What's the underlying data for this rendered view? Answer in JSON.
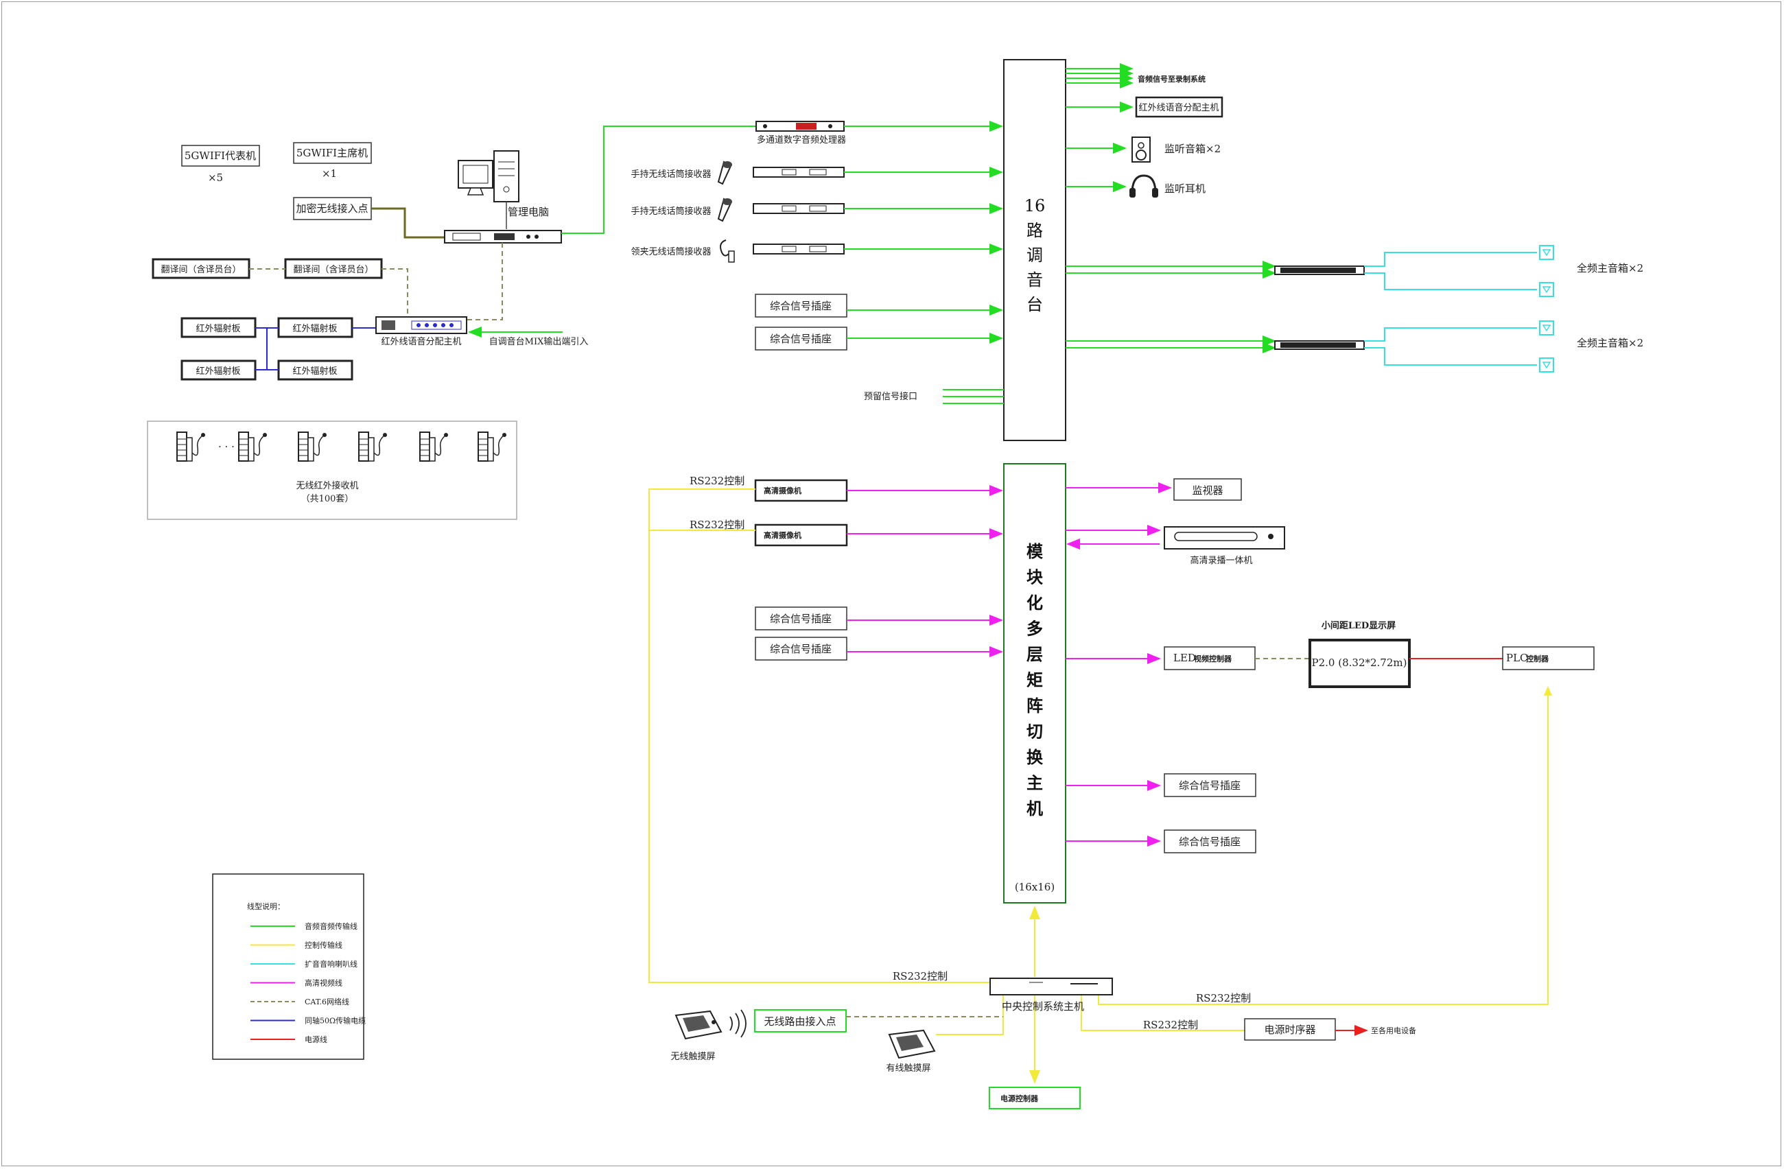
{
  "colors": {
    "audio": "#22dd22",
    "control": "#f2ea3a",
    "speaker": "#35e0e0",
    "hd": "#f020f0",
    "cat": "#8a8a5a",
    "ir": "#2a2ad0",
    "power": "#e82020",
    "olive": "#6a6a22"
  },
  "wifi": {
    "rep_label": "5GWIFI代表机",
    "rep_qty": "×5",
    "host_label": "5GWIFI主席机",
    "host_qty": "×1",
    "ap_label": "加密无线接入点",
    "pc_label": "管理电脑"
  },
  "translation": {
    "booth1": "翻译间（含译员台）",
    "booth2": "翻译间（含译员台）"
  },
  "infrared": {
    "panel": "红外辐射板",
    "host": "红外线语音分配主机",
    "mix_input": "自调音台MIX输出端引入",
    "receivers_label": "无线红外接收机",
    "receivers_count": "（共100套）",
    "ellipsis": "· · ·"
  },
  "audio": {
    "mixer_label": "16路调音台",
    "mixer_chars": [
      "16",
      "路",
      "调",
      "音",
      "台"
    ],
    "dsp_label": "多通道数字音频处理器",
    "handheld1": "手持无线话筒接收器",
    "handheld2": "手持无线话筒接收器",
    "lapel": "领夹无线话筒接收器",
    "socket1": "综合信号插座",
    "socket2": "综合信号插座",
    "reserve": "预留信号接口",
    "recording": "音频信号至录制系统",
    "ir_host_out": "红外线语音分配主机",
    "monitor_speakers": "监听音箱×2",
    "headphones": "监听耳机",
    "full_range1": "全频主音箱×2",
    "full_range2": "全频主音箱×2"
  },
  "matrix": {
    "label": "模块化多层矩阵切换主机",
    "chars": [
      "模",
      "块",
      "化",
      "多",
      "层",
      "矩",
      "阵",
      "切",
      "换",
      "主",
      "机"
    ],
    "size": "(16x16)",
    "camera1": "高清摄像机",
    "camera2": "高清摄像机",
    "rs232_1": "RS232控制",
    "rs232_2": "RS232控制",
    "socket3": "综合信号插座",
    "socket4": "综合信号插座",
    "monitor": "监视器",
    "recorder": "高清录播一体机",
    "led_ctrl": "LED",
    "led_ctrl_small": "视频控制器",
    "led_title": "小间距LED显示屏",
    "led_screen": "P2.0 (8.32*2.72m)",
    "plc": "PLC",
    "plc_small": "控制器",
    "out_socket1": "综合信号插座",
    "out_socket2": "综合信号插座"
  },
  "control": {
    "central": "中央控制系统主机",
    "rs232_left": "RS232控制",
    "rs232_right": "RS232控制",
    "rs232_power": "RS232控制",
    "wireless_ap": "无线路由接入点",
    "wireless_touch": "无线触摸屏",
    "wired_touch": "有线触摸屏",
    "power_seq": "电源时序器",
    "power_seq_out": "至各用电设备",
    "power_ctrl": "电源控制器"
  },
  "legend": {
    "title": "线型说明：",
    "items": [
      {
        "label": "音频音频传输线",
        "color": "#22dd22",
        "style": "solid"
      },
      {
        "label": "控制传输线",
        "color": "#f2ea3a",
        "style": "solid"
      },
      {
        "label": "扩音音响喇叭线",
        "color": "#35e0e0",
        "style": "solid"
      },
      {
        "label": "高清视频线",
        "color": "#f020f0",
        "style": "solid"
      },
      {
        "label": "CAT.6网络线",
        "color": "#8a8a5a",
        "style": "dashed"
      },
      {
        "label": "同轴50Ω传输电缆",
        "color": "#2a2ad0",
        "style": "solid"
      },
      {
        "label": "电源线",
        "color": "#e82020",
        "style": "solid"
      }
    ]
  }
}
